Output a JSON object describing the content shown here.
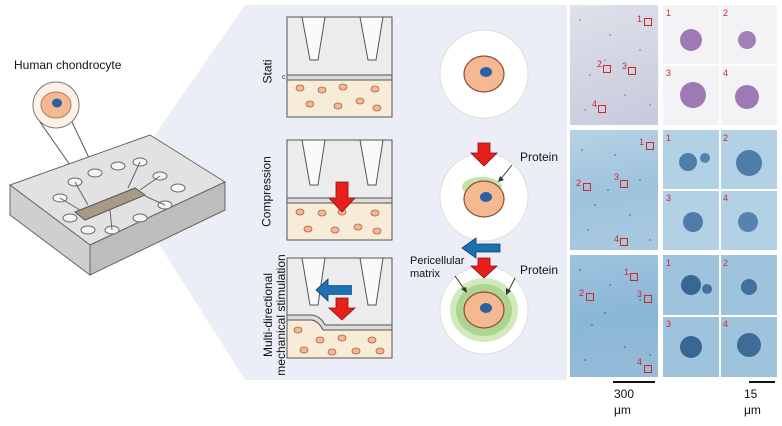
{
  "left": {
    "chondrocyte_label": "Human chondrocyte"
  },
  "rows": [
    {
      "label": "Stati",
      "label_lines": [
        "Stati"
      ]
    },
    {
      "label": "Compression",
      "label_lines": [
        "Compression"
      ]
    },
    {
      "label": "Multi-directional mechanical stimulation",
      "label_lines": [
        "Multi-directional",
        "mechanical stimulation"
      ]
    }
  ],
  "cells": {
    "protein_label": "Protein",
    "pcm_label_line1": "Pericellular",
    "pcm_label_line2": "matrix"
  },
  "scale_bars": {
    "large_value": "300",
    "large_unit": "μm",
    "small_value": "15",
    "small_unit": "μm"
  },
  "region_numbers": [
    "1",
    "2",
    "3",
    "4"
  ],
  "colors": {
    "arrow_red": "#e8201c",
    "arrow_blue": "#1f6fb3",
    "cell_body": "#f4b991",
    "nucleus": "#2b5fa6",
    "pcm_green": "#a8d38a",
    "tissue_blue": "#9fc3dc",
    "tissue_purple": "#cfd2e6",
    "highlight_panel": "#eceef7"
  }
}
